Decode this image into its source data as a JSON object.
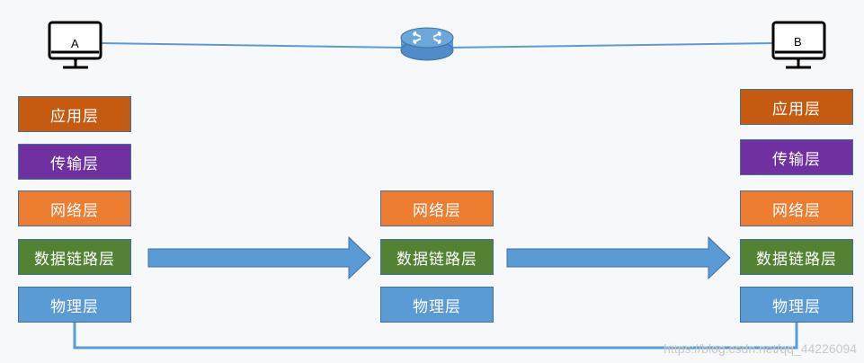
{
  "hosts": {
    "a_label": "A",
    "b_label": "B"
  },
  "host_a_stack": {
    "application": "应用层",
    "transport": "传输层",
    "network": "网络层",
    "data_link": "数据链路层",
    "physical": "物理层"
  },
  "router_stack": {
    "network": "网络层",
    "data_link": "数据链路层",
    "physical": "物理层"
  },
  "host_b_stack": {
    "application": "应用层",
    "transport": "传输层",
    "network": "网络层",
    "data_link": "数据链路层",
    "physical": "物理层"
  },
  "icons": [
    "computer-icon",
    "router-icon",
    "computer-icon"
  ],
  "colors": {
    "application": "#c55a11",
    "transport": "#7030a0",
    "network": "#ed7d31",
    "data_link": "#548235",
    "physical": "#5b9bd5",
    "arrow": "#5b9bd5",
    "link_line": "#5b9bd5"
  },
  "watermark": "https://blog.csdn.net/qq_44226094"
}
